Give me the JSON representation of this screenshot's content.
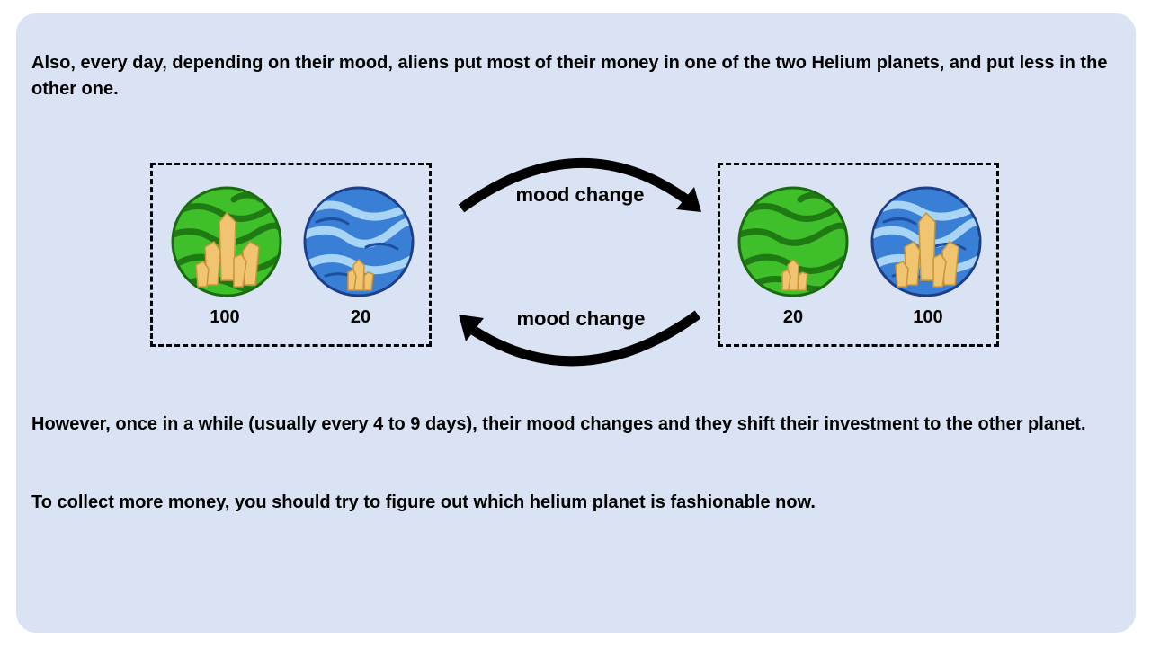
{
  "intro_text": "Also, every day, depending on their mood, aliens put most of their money in one of the two Helium planets, and put less in the other one.",
  "however_text": "However, once in a while (usually every 4 to 9 days), their mood changes and they shift their investment to the other planet.",
  "collect_text": "To collect more money, you should try to figure out which helium planet is fashionable now.",
  "diagram": {
    "top_arrow_label": "mood change",
    "bottom_arrow_label": "mood change",
    "left_state": {
      "green_planet_amount": "100",
      "blue_planet_amount": "20",
      "green_icon": "green-helium-planet-icon",
      "blue_icon": "blue-helium-planet-icon"
    },
    "right_state": {
      "green_planet_amount": "20",
      "blue_planet_amount": "100",
      "green_icon": "green-helium-planet-icon",
      "blue_icon": "blue-helium-planet-icon"
    }
  },
  "colors": {
    "panel": "#dae3f3",
    "green_planet": "#3fbf2a",
    "blue_planet": "#3a7fd6",
    "crystal": "#f0c470"
  }
}
